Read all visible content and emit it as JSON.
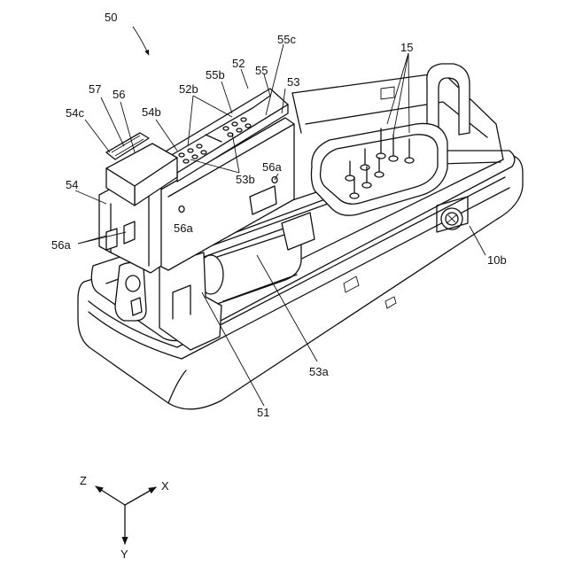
{
  "labels": {
    "l50": "50",
    "l55c": "55c",
    "l52": "52",
    "l55": "55",
    "l55b": "55b",
    "l15": "15",
    "l53": "53",
    "l52b": "52b",
    "l57": "57",
    "l56": "56",
    "l54c": "54c",
    "l54b": "54b",
    "l53b": "53b",
    "l56a_top": "56a",
    "l56a_mid": "56a",
    "l54": "54",
    "l56a_left": "56a",
    "l10b": "10b",
    "l53a": "53a",
    "l51": "51"
  },
  "axes": {
    "z": "Z",
    "x": "X",
    "y": "Y"
  }
}
